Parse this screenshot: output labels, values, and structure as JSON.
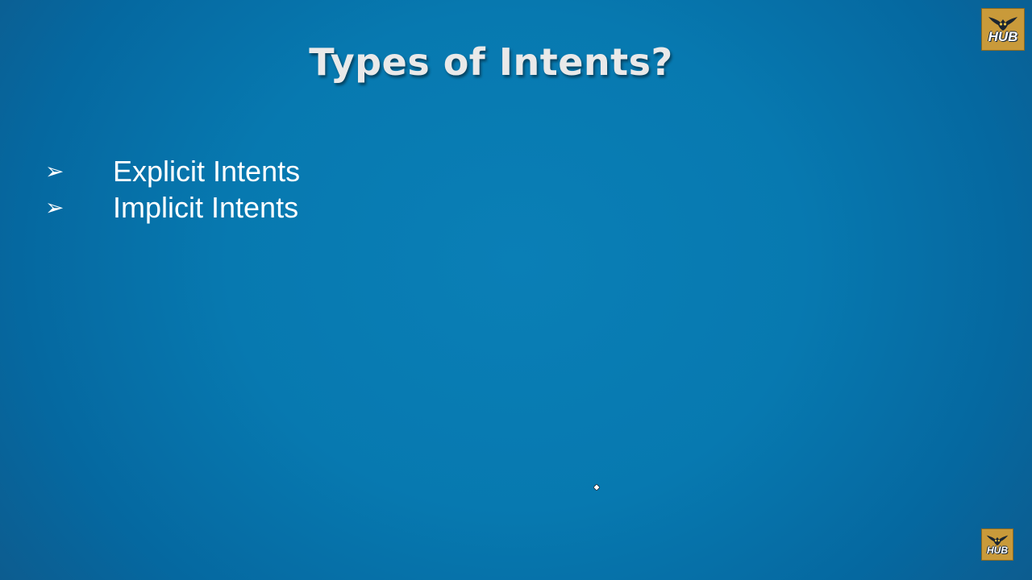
{
  "slide": {
    "title": "Types of Intents?",
    "bullets": [
      {
        "marker": "➢",
        "text": "Explicit Intents"
      },
      {
        "marker": "➢",
        "text": "Implicit Intents"
      }
    ]
  },
  "logo": {
    "text": "HUB",
    "icon": "owl-icon",
    "background": "#c99a3a"
  },
  "colors": {
    "background": "#0779b0",
    "title": "#e9e9e9",
    "text": "#ffffff"
  }
}
